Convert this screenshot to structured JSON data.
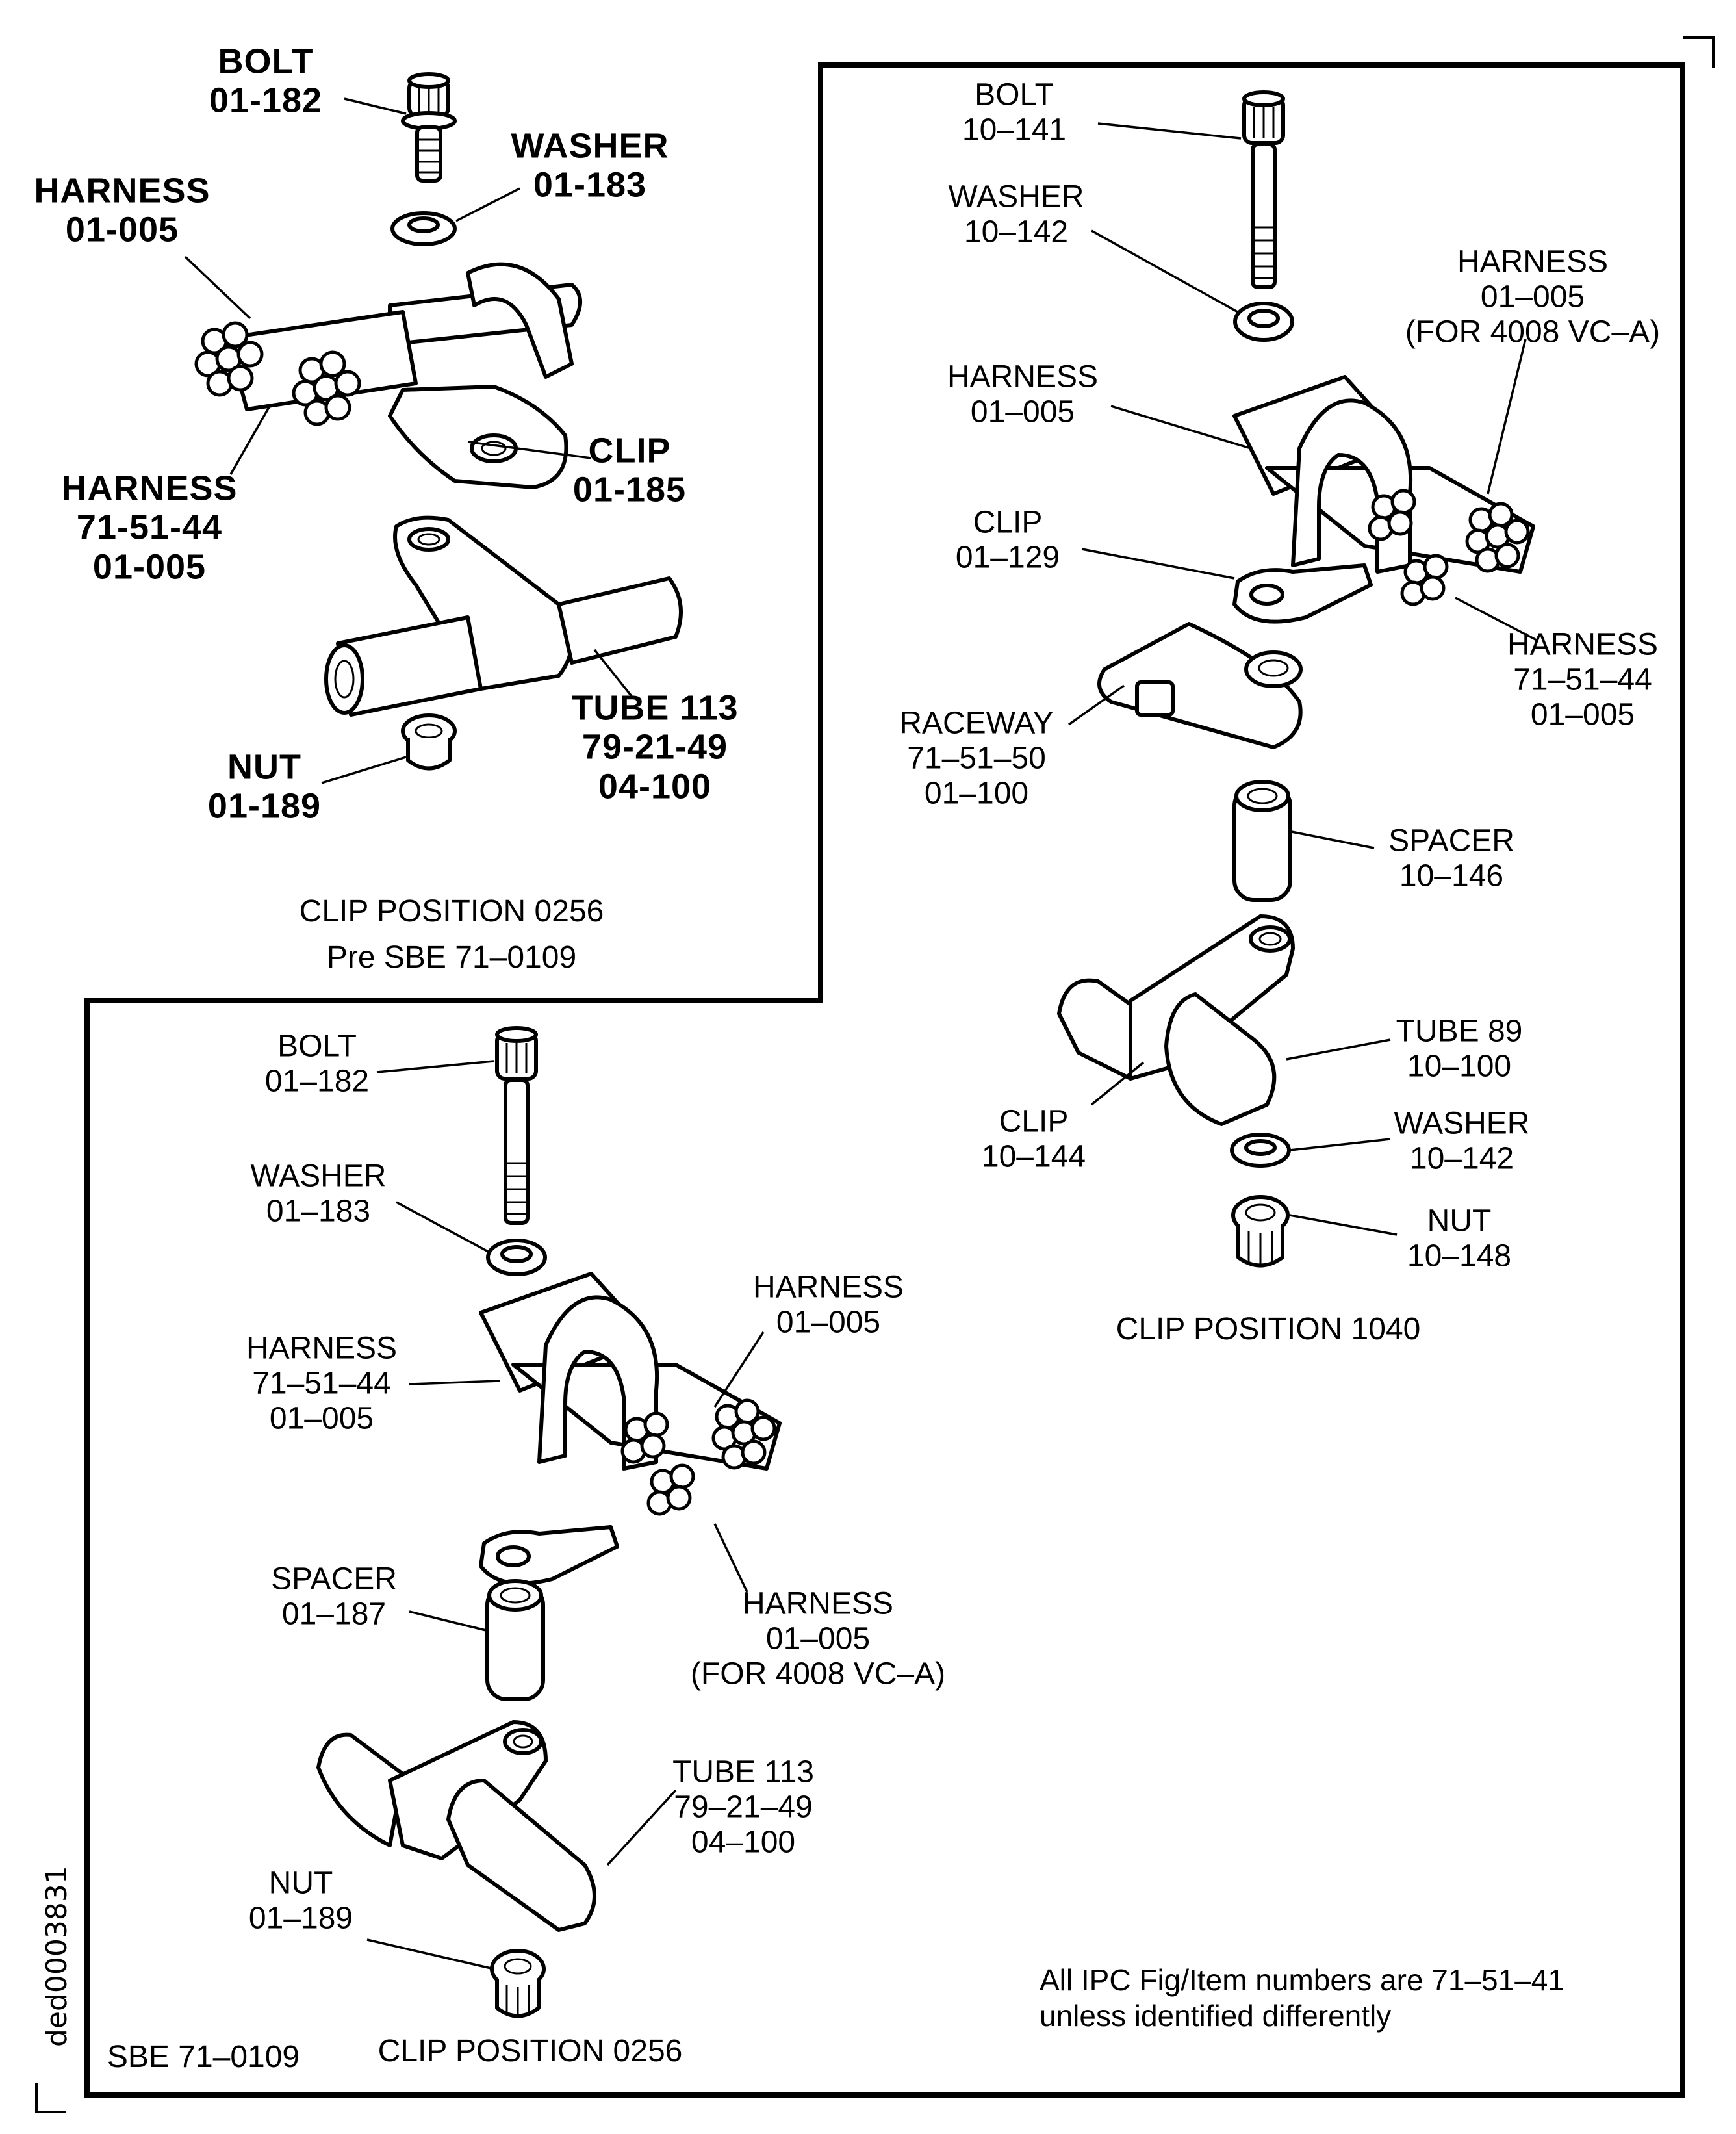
{
  "document_id": "ded0003831",
  "note": {
    "line1": "All IPC Fig/Item numbers are 71–51–41",
    "line2": "unless identified differently"
  },
  "panels": {
    "top_left": {
      "caption": "CLIP POSITION 0256",
      "subcaption": "Pre SBE 71–0109",
      "labels": {
        "bolt": {
          "name": "BOLT",
          "num": "01-182"
        },
        "washer": {
          "name": "WASHER",
          "num": "01-183"
        },
        "harness_a": {
          "name": "HARNESS",
          "num": "01-005"
        },
        "clip": {
          "name": "CLIP",
          "num": "01-185"
        },
        "harness_b": {
          "name": "HARNESS",
          "ref": "71-51-44",
          "num": "01-005"
        },
        "tube": {
          "name": "TUBE 113",
          "ref": "79-21-49",
          "num": "04-100"
        },
        "nut": {
          "name": "NUT",
          "num": "01-189"
        }
      }
    },
    "right": {
      "caption": "CLIP POSITION 1040",
      "labels": {
        "bolt": {
          "name": "BOLT",
          "num": "10–141"
        },
        "washer_top": {
          "name": "WASHER",
          "num": "10–142"
        },
        "harness_vca": {
          "name": "HARNESS",
          "num": "01–005",
          "note": "(FOR 4008 VC–A)"
        },
        "harness_a": {
          "name": "HARNESS",
          "num": "01–005"
        },
        "clip_upper": {
          "name": "CLIP",
          "num": "01–129"
        },
        "harness_b": {
          "name": "HARNESS",
          "ref": "71–51–44",
          "num": "01–005"
        },
        "raceway": {
          "name": "RACEWAY",
          "ref": "71–51–50",
          "num": "01–100"
        },
        "spacer": {
          "name": "SPACER",
          "num": "10–146"
        },
        "tube": {
          "name": "TUBE 89",
          "num": "10–100"
        },
        "clip_lower": {
          "name": "CLIP",
          "num": "10–144"
        },
        "washer_bottom": {
          "name": "WASHER",
          "num": "10–142"
        },
        "nut": {
          "name": "NUT",
          "num": "10–148"
        }
      }
    },
    "bottom_left": {
      "caption": "CLIP POSITION 0256",
      "sbe_tag": "SBE 71–0109",
      "labels": {
        "bolt": {
          "name": "BOLT",
          "num": "01–182"
        },
        "washer": {
          "name": "WASHER",
          "num": "01–183"
        },
        "harness_a": {
          "name": "HARNESS",
          "num": "01–005"
        },
        "harness_b": {
          "name": "HARNESS",
          "ref": "71–51–44",
          "num": "01–005"
        },
        "spacer": {
          "name": "SPACER",
          "num": "01–187"
        },
        "harness_vca": {
          "name": "HARNESS",
          "num": "01–005",
          "note": "(FOR 4008 VC–A)"
        },
        "tube": {
          "name": "TUBE 113",
          "ref": "79–21–49",
          "num": "04–100"
        },
        "nut": {
          "name": "NUT",
          "num": "01–189"
        }
      }
    }
  }
}
